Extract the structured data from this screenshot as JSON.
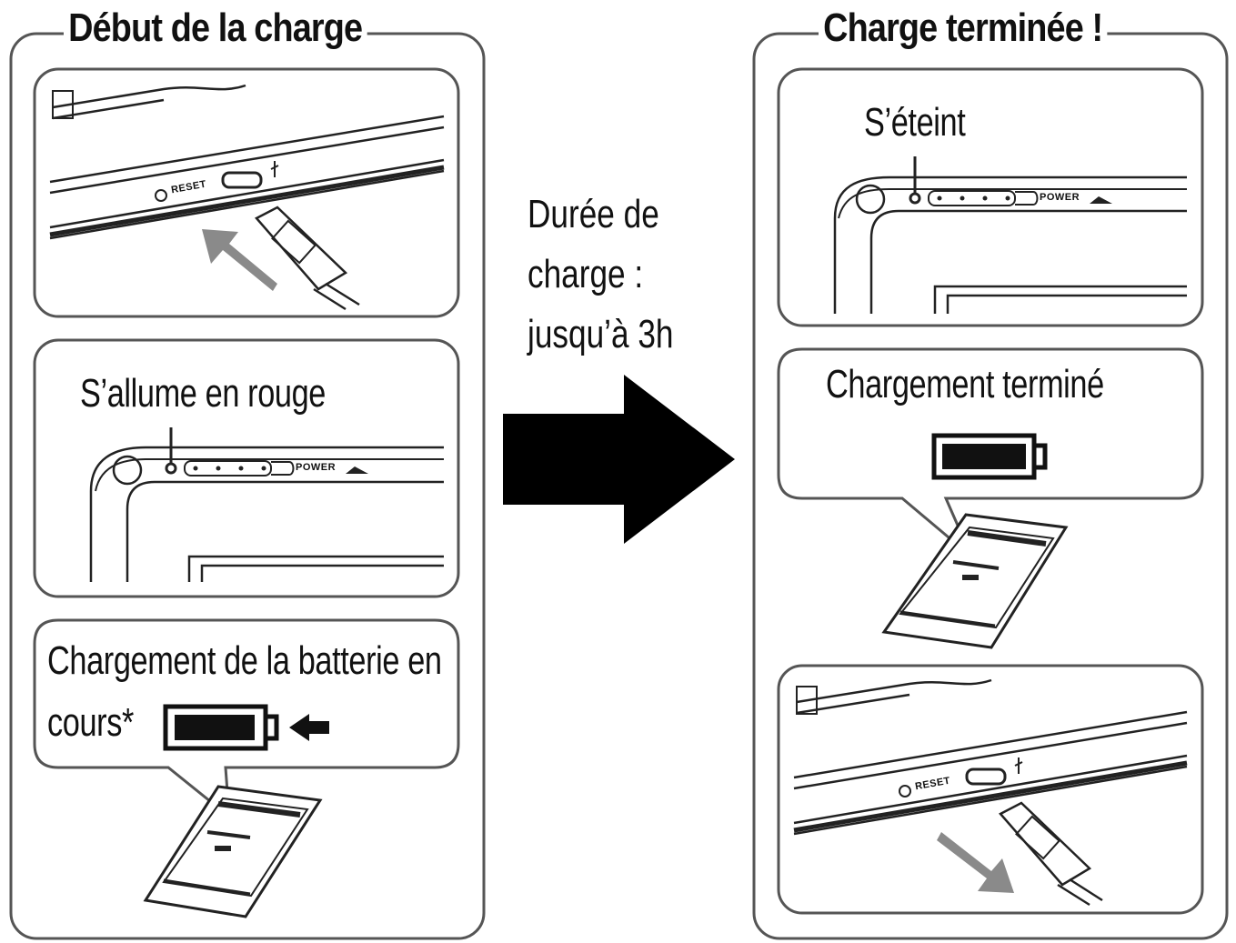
{
  "left_section": {
    "title": "Début de la charge",
    "step1": {
      "reset_label": "RESET"
    },
    "step2": {
      "label": "S’allume en rouge",
      "power_label": "POWER"
    },
    "step3": {
      "label_line1": "Chargement de la batterie en",
      "label_line2": "cours*"
    }
  },
  "middle": {
    "line1": "Durée de",
    "line2": "charge :",
    "line3": "jusqu’à 3h"
  },
  "right_section": {
    "title": "Charge terminée !",
    "step1": {
      "label": "S’éteint",
      "power_label": "POWER"
    },
    "step2": {
      "label": "Chargement terminé"
    },
    "step3": {
      "reset_label": "RESET"
    }
  },
  "colors": {
    "ink": "#111111",
    "panel_border": "#555555",
    "arrow_gray": "#8a8a8a"
  }
}
